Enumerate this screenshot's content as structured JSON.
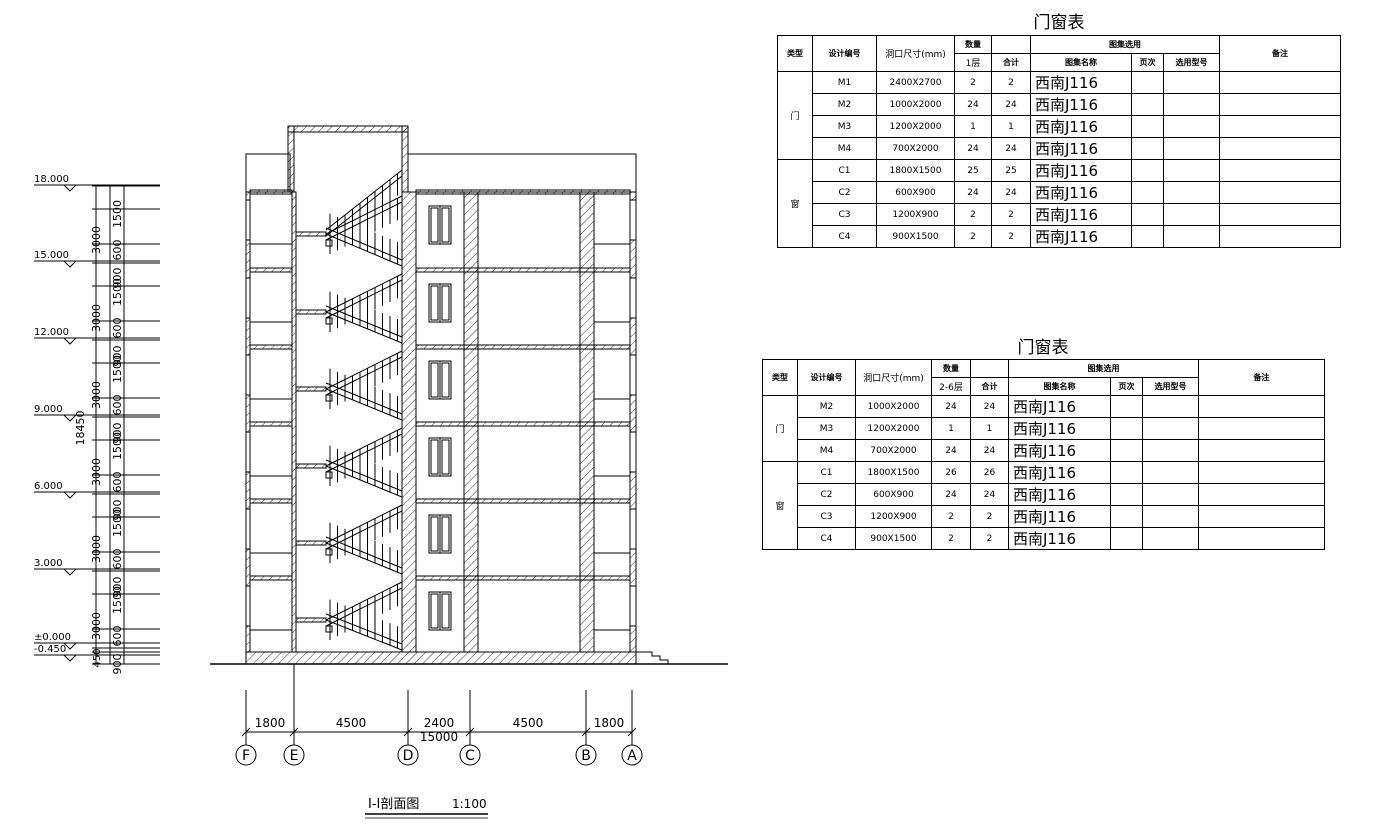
{
  "table1": {
    "title": "门窗表",
    "headers": {
      "type": "类型",
      "code": "设计编号",
      "size": "洞口尺寸(mm)",
      "qty": "数量",
      "floor": "1层",
      "total": "合计",
      "atlas": "图集选用",
      "atlas_name": "图集名称",
      "page": "页次",
      "model": "选用型号",
      "remark": "备注"
    },
    "groups": [
      {
        "type": "门",
        "rows": [
          {
            "code": "M1",
            "size": "2400X2700",
            "floor": "2",
            "total": "2",
            "atlas": "西南J116"
          },
          {
            "code": "M2",
            "size": "1000X2000",
            "floor": "24",
            "total": "24",
            "atlas": "西南J116"
          },
          {
            "code": "M3",
            "size": "1200X2000",
            "floor": "1",
            "total": "1",
            "atlas": "西南J116"
          },
          {
            "code": "M4",
            "size": "700X2000",
            "floor": "24",
            "total": "24",
            "atlas": "西南J116"
          }
        ]
      },
      {
        "type": "窗",
        "rows": [
          {
            "code": "C1",
            "size": "1800X1500",
            "floor": "25",
            "total": "25",
            "atlas": "西南J116"
          },
          {
            "code": "C2",
            "size": "600X900",
            "floor": "24",
            "total": "24",
            "atlas": "西南J116"
          },
          {
            "code": "C3",
            "size": "1200X900",
            "floor": "2",
            "total": "2",
            "atlas": "西南J116"
          },
          {
            "code": "C4",
            "size": "900X1500",
            "floor": "2",
            "total": "2",
            "atlas": "西南J116"
          }
        ]
      }
    ]
  },
  "table2": {
    "title": "门窗表",
    "headers": {
      "type": "类型",
      "code": "设计编号",
      "size": "洞口尺寸(mm)",
      "qty": "数量",
      "floor": "2-6层",
      "total": "合计",
      "atlas": "图集选用",
      "atlas_name": "图集名称",
      "page": "页次",
      "model": "选用型号",
      "remark": "备注"
    },
    "groups": [
      {
        "type": "门",
        "rows": [
          {
            "code": "M2",
            "size": "1000X2000",
            "floor": "24",
            "total": "24",
            "atlas": "西南J116"
          },
          {
            "code": "M3",
            "size": "1200X2000",
            "floor": "1",
            "total": "1",
            "atlas": "西南J116"
          },
          {
            "code": "M4",
            "size": "700X2000",
            "floor": "24",
            "total": "24",
            "atlas": "西南J116"
          }
        ]
      },
      {
        "type": "窗",
        "rows": [
          {
            "code": "C1",
            "size": "1800X1500",
            "floor": "26",
            "total": "26",
            "atlas": "西南J116"
          },
          {
            "code": "C2",
            "size": "600X900",
            "floor": "24",
            "total": "24",
            "atlas": "西南J116"
          },
          {
            "code": "C3",
            "size": "1200X900",
            "floor": "2",
            "total": "2",
            "atlas": "西南J116"
          },
          {
            "code": "C4",
            "size": "900X1500",
            "floor": "2",
            "total": "2",
            "atlas": "西南J116"
          }
        ]
      }
    ]
  },
  "section": {
    "title": "I-I剖面图",
    "scale": "1:100",
    "levels": [
      "18.000",
      "15.000",
      "12.000",
      "9.000",
      "6.000",
      "3.000",
      "±0.000",
      "-0.450"
    ],
    "floor_height": "3000",
    "sub_dims": [
      "1500",
      "600",
      "900"
    ],
    "total_height": "18450",
    "base_dim": "450",
    "h_dims": [
      "1800",
      "4500",
      "2400",
      "4500",
      "1800"
    ],
    "total_width": "15000",
    "axes": [
      "F",
      "E",
      "D",
      "C",
      "B",
      "A"
    ]
  }
}
